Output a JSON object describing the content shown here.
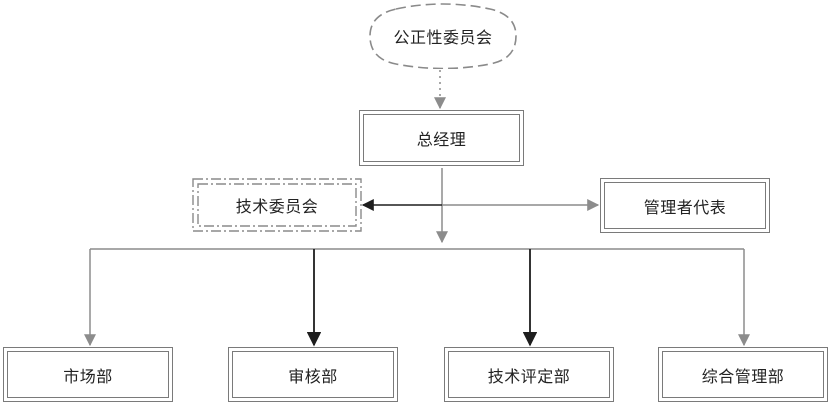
{
  "nodes": {
    "committee": "公正性委员会",
    "gm": "总经理",
    "tech_committee": "技术委员会",
    "mgmt_rep": "管理者代表",
    "market": "市场部",
    "audit": "审核部",
    "tech_eval": "技术评定部",
    "general_mgmt": "综合管理部"
  },
  "colors": {
    "line_gray": "#8c8c8c",
    "line_dark": "#1e1e1e",
    "border": "#7a7a7a"
  }
}
